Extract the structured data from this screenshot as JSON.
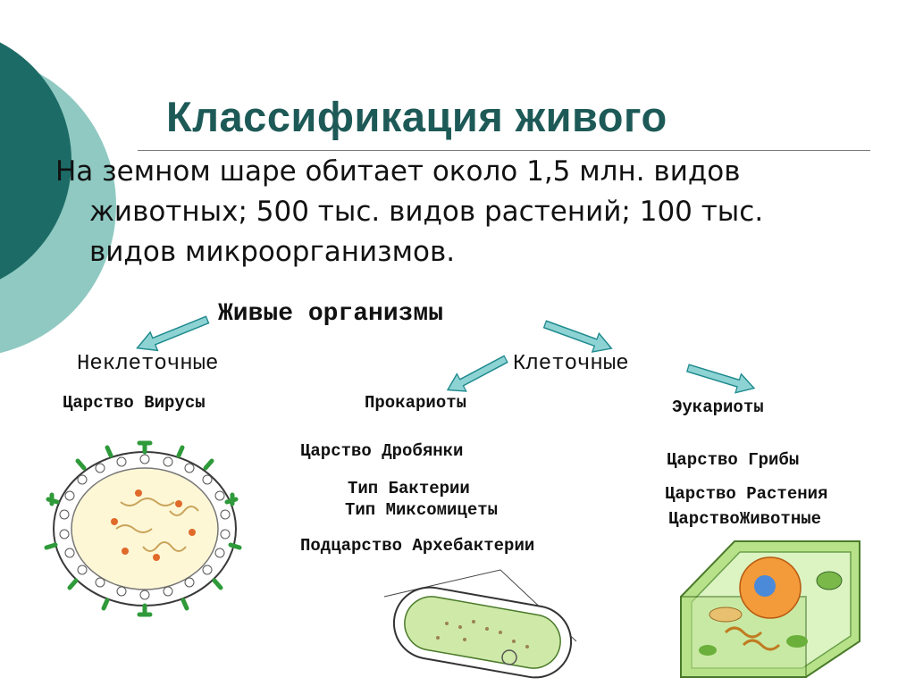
{
  "slide": {
    "title": "Классификация живого",
    "intro_lines": [
      "На земном шаре обитает около 1,5 млн. видов",
      "животных; 500 тыс. видов растений; 100 тыс.",
      "видов микроорганизмов."
    ]
  },
  "tree": {
    "root": "Живые организмы",
    "noncellular": {
      "label": "Неклеточные",
      "kingdom": "Царство Вирусы"
    },
    "cellular": {
      "label": "Клеточные",
      "prokaryotes": {
        "label": "Прокариоты",
        "kingdom": "Царство Дробянки",
        "type1": "Тип Бактерии",
        "type2": "Тип Миксомицеты",
        "subkingdom": "Подцарство Архебактерии"
      },
      "eukaryotes": {
        "label": "Эукариоты",
        "kingdom1": "Царство Грибы",
        "kingdom2": "Царство Растения",
        "kingdom3": "ЦарствоЖивотные"
      }
    }
  },
  "colors": {
    "accent_dark": "#1d6b66",
    "accent_light": "#8fc9c2",
    "arrow_fill": "#8ed3d3",
    "arrow_stroke": "#1f8a8e",
    "title": "#1d5a57"
  },
  "illustrations": {
    "virus": "virus-cell-drawing",
    "bacterium": "bacterium-drawing",
    "plant_cell": "plant-cell-drawing"
  }
}
